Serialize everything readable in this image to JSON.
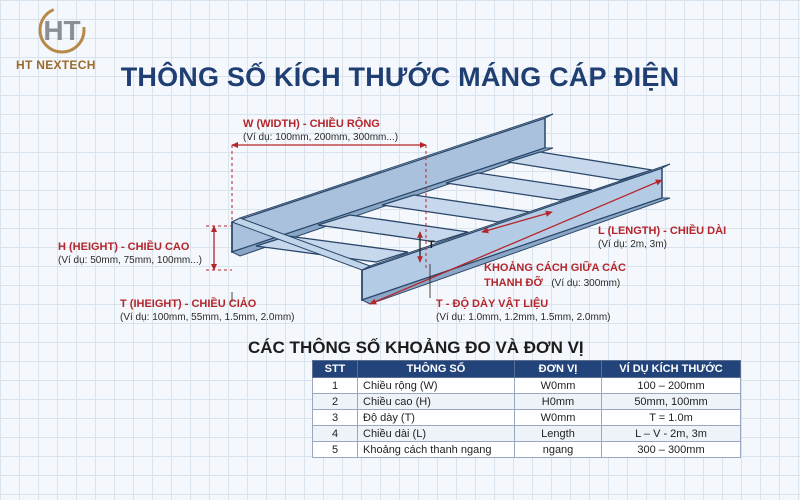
{
  "brand": {
    "name": "HT NEXTECH",
    "logo_mark": "HT"
  },
  "title": "THÔNG SỐ KÍCH THƯỚC MÁNG CÁP ĐIỆN",
  "diagram": {
    "width": {
      "label": "W (WIDTH) - CHIỀU RỘNG",
      "example": "(Ví dụ: 100mm, 200mm, 300mm...)"
    },
    "height": {
      "label": "H (HEIGHT) - CHIỀU CAO",
      "example": "(Ví dụ: 50mm, 75mm, 100mm...)"
    },
    "t_height": {
      "label": "T (IHEIGHT) - CHIỀU CIẢO",
      "example": "(Ví dụ: 100mm, 55mm, 1.5mm, 2.0mm)"
    },
    "length": {
      "label": "L (LENGTH) - CHIỀU DÀI",
      "example": "(Ví dụ: 2m, 3m)"
    },
    "spacing": {
      "label_line1": "KHOẢNG CÁCH GIỮA CÁC",
      "label_line2": "THANH ĐỠ",
      "example": "(Ví dụ: 300mm)"
    },
    "thickness": {
      "label": "T - ĐỘ DÀY VẬT LIỆU",
      "example": "(Ví dụ: 1.0mm, 1.2mm, 1.5mm, 2.0mm)"
    },
    "t_marker": "T"
  },
  "table": {
    "title": "CÁC THÔNG SỐ KHOẢNG ĐO VÀ ĐƠN VỊ",
    "headers": [
      "STT",
      "THÔNG SỐ",
      "ĐƠN VỊ",
      "VÍ DỤ KÍCH THƯỚC"
    ],
    "rows": [
      [
        "1",
        "Chiều rộng (W)",
        "W0mm",
        "100 – 200mm"
      ],
      [
        "2",
        "Chiều cao (H)",
        "H0mm",
        "50mm, 100mm"
      ],
      [
        "3",
        "Độ dày (T)",
        "W0mm",
        "T = 1.0m"
      ],
      [
        "4",
        "Chiều dài (L)",
        "Length",
        "L – V - 2m, 3m"
      ],
      [
        "5",
        "Khoảng cách thanh ngang",
        "ngang",
        "300 – 300mm"
      ]
    ]
  },
  "colors": {
    "title": "#1f3f73",
    "accent": "#b3262b",
    "steel": "#a9c1dd",
    "header": "#23447a"
  }
}
